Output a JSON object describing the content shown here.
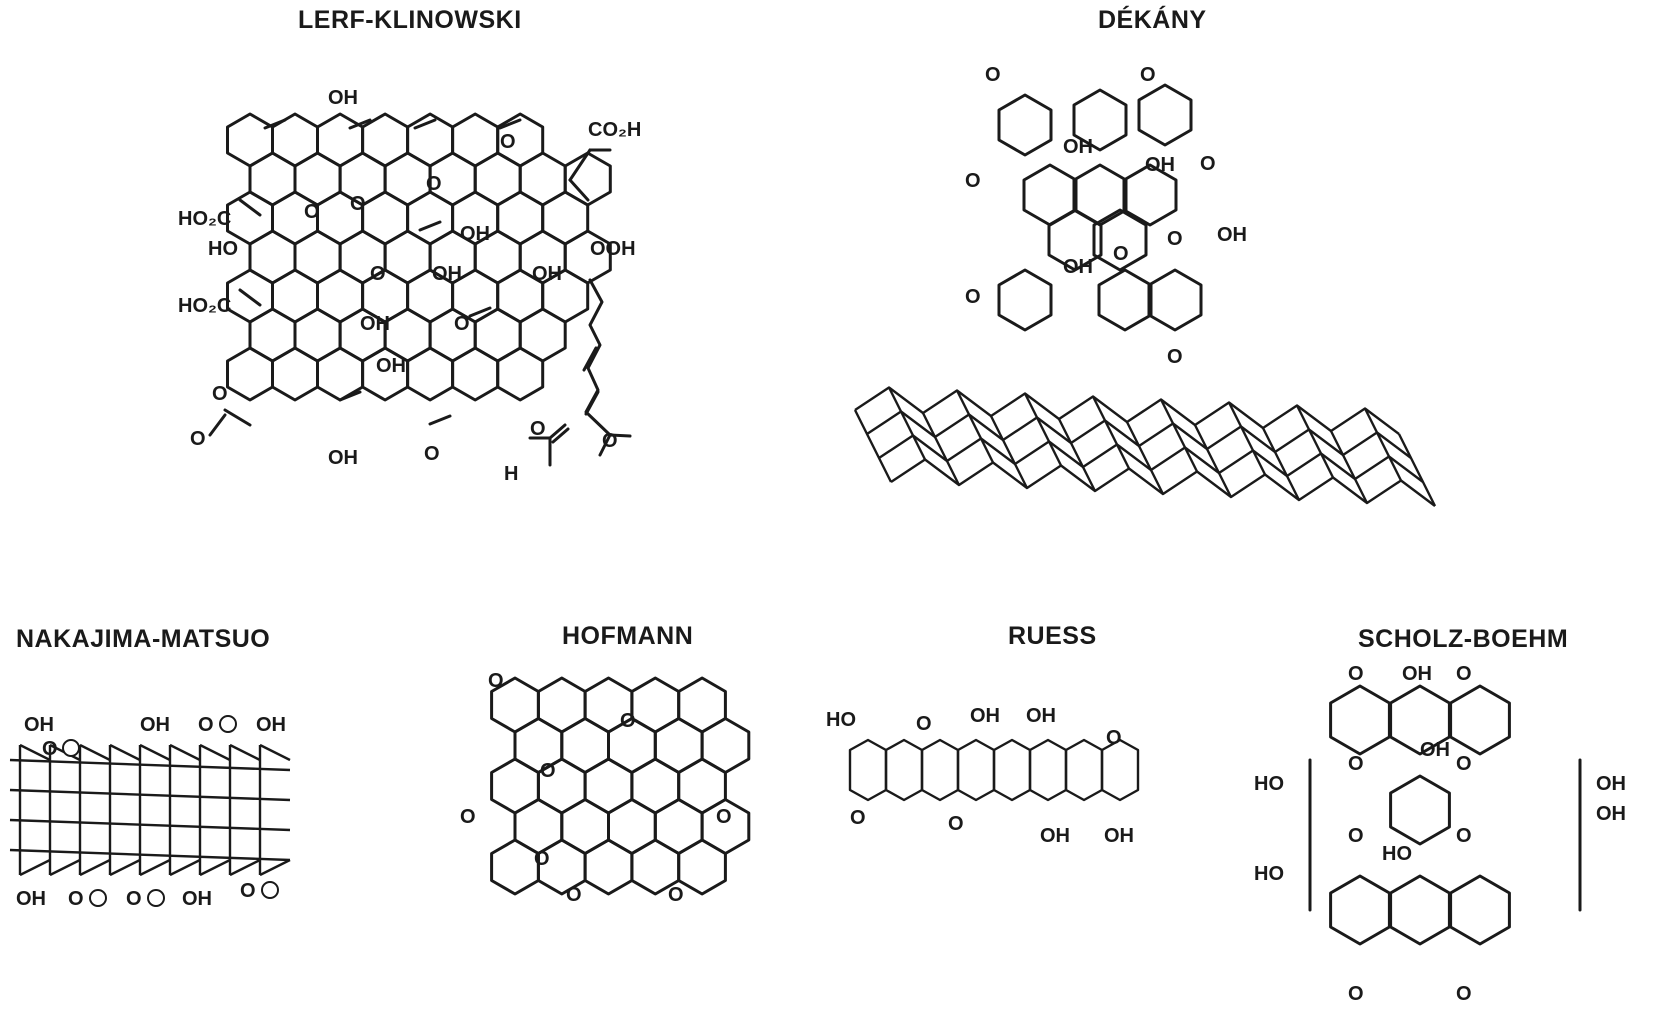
{
  "models": {
    "lerf_klinowski": {
      "title": "LERF-KLINOWSKI",
      "groups": [
        "OH",
        "CO₂H",
        "HO₂C",
        "HO",
        "OOH",
        "OH",
        "O",
        "H"
      ]
    },
    "dekany": {
      "title": "DÉKÁNY",
      "groups": [
        "OH",
        "O",
        "OH"
      ]
    },
    "nakajima_matsuo": {
      "title": "NAKAJIMA-MATSUO",
      "groups": [
        "OH",
        "O"
      ]
    },
    "hofmann": {
      "title": "HOFMANN",
      "groups": [
        "O"
      ]
    },
    "ruess": {
      "title": "RUESS",
      "groups": [
        "HO",
        "OH",
        "O"
      ]
    },
    "scholz_boehm": {
      "title": "SCHOLZ-BOEHM",
      "groups": [
        "O",
        "OH",
        "HO"
      ]
    }
  },
  "colors": {
    "ink": "#1a1a1a",
    "background": "#ffffff"
  }
}
